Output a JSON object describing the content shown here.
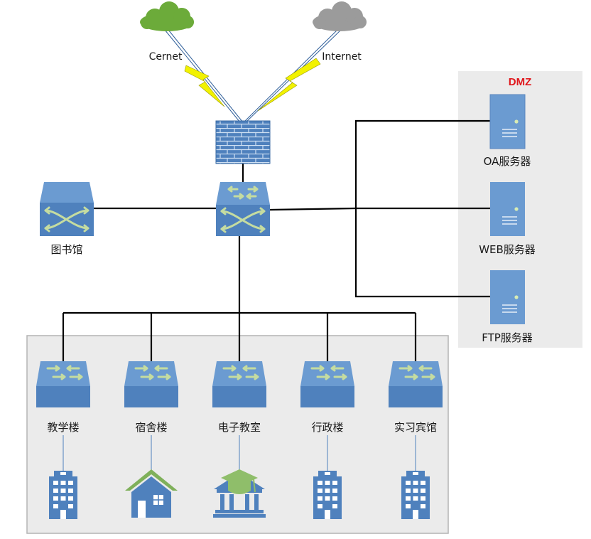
{
  "clouds": {
    "cernet": {
      "label": "Cernet",
      "color": "#6cab3a"
    },
    "internet": {
      "label": "Internet",
      "color": "#9b9b9b"
    }
  },
  "dmz": {
    "title": "DMZ",
    "title_color": "#e0171c",
    "servers": [
      "OA服务器",
      "WEB服务器",
      "FTP服务器"
    ]
  },
  "library": {
    "label": "图书馆"
  },
  "buildings": [
    {
      "label": "教学楼",
      "icon": "office-building-icon"
    },
    {
      "label": "宿舍楼",
      "icon": "house-icon"
    },
    {
      "label": "电子教室",
      "icon": "graduation-building-icon"
    },
    {
      "label": "行政楼",
      "icon": "office-building-icon"
    },
    {
      "label": "实习宾馆",
      "icon": "office-building-icon"
    }
  ],
  "colors": {
    "device_blue": "#4f81bd",
    "device_light": "#6b9bd1",
    "arrow_green": "#c5dca0",
    "lightning": "#f2f200",
    "panel_gray": "#ebebeb",
    "line": "#000000"
  }
}
